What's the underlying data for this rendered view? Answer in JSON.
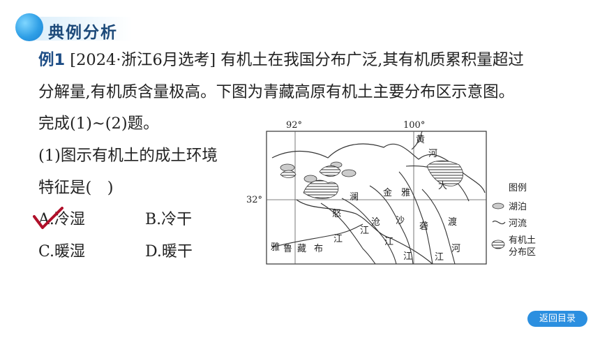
{
  "header": {
    "title": "典例分析"
  },
  "question": {
    "label": "例1",
    "line1": " [2024·浙江6月选考] 有机土在我国分布广泛,其有机质累积量超过",
    "line2": "分解量,有机质含量极高。下图为青藏高原有机土主要分布区示意图。",
    "line3": "完成(1)~(2)题。",
    "sub1_line1": "(1)图示有机土的成土环境",
    "sub1_line2": "特征是(　)"
  },
  "options": {
    "a": "A.冷湿",
    "b": "B.冷干",
    "c": "C.暖湿",
    "d": "D.暖干"
  },
  "map": {
    "lon1": "92°",
    "lon2": "100°",
    "lat1": "32°",
    "labels": {
      "huang": "黄",
      "he": "河",
      "da": "大",
      "lan": "澜",
      "jin": "金",
      "ya": "雅",
      "nu": "怒",
      "cang": "沧",
      "sha": "沙",
      "jiang1": "江",
      "jiang2": "江",
      "long": "砻",
      "du": "渡",
      "he2": "河",
      "jiang3": "江",
      "jiang4": "江",
      "yalu": "雅",
      "lu": "鲁",
      "zang": "藏",
      "bu": "布",
      "jiang5": "江"
    },
    "legend": {
      "title": "图例",
      "lake": "湖泊",
      "river": "河流",
      "soil_line1": "有机土",
      "soil_line2": "分布区"
    }
  },
  "nav": {
    "return_label": "返回目录"
  }
}
